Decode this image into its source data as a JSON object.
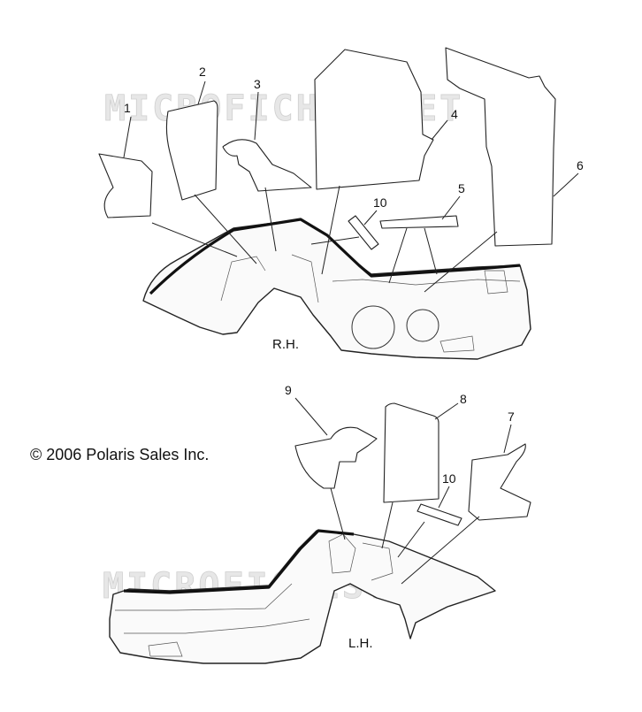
{
  "watermark": "MICROFICHES.NET",
  "copyright": "© 2006 Polaris Sales Inc.",
  "side_labels": {
    "right": "R.H.",
    "left": "L.H."
  },
  "callouts": [
    "1",
    "2",
    "3",
    "4",
    "5",
    "6",
    "7",
    "8",
    "9",
    "10",
    "10"
  ]
}
